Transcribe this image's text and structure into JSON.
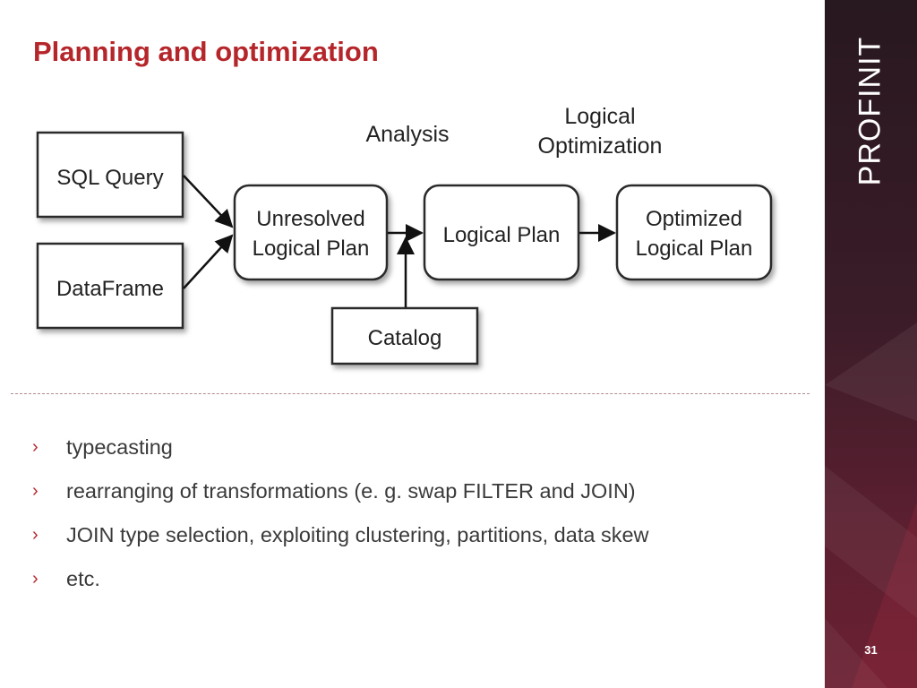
{
  "slide": {
    "title": "Planning and optimization",
    "page_number": "31"
  },
  "brand": {
    "logo_text": "PROFINIT"
  },
  "diagram": {
    "labels": {
      "analysis": "Analysis",
      "logical_optimization_line1": "Logical",
      "logical_optimization_line2": "Optimization"
    },
    "nodes": {
      "sql_query": "SQL Query",
      "dataframe": "DataFrame",
      "unresolved_line1": "Unresolved",
      "unresolved_line2": "Logical Plan",
      "logical_plan": "Logical Plan",
      "optimized_line1": "Optimized",
      "optimized_line2": "Logical Plan",
      "catalog": "Catalog"
    }
  },
  "bullets": [
    "typecasting",
    "rearranging of transformations (e. g. swap FILTER and JOIN)",
    "JOIN type selection, exploiting clustering, partitions, data skew",
    "etc."
  ],
  "colors": {
    "title": "#b5262b",
    "bullet_marker": "#b5262b",
    "bullet_text": "#3a3a3a",
    "panel": "#3a1c28"
  },
  "icons": {
    "bullet": "chevron-right-icon"
  }
}
